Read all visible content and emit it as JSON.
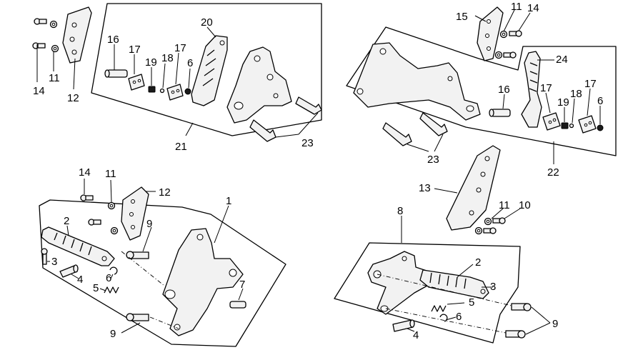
{
  "callouts": {
    "c1": "1",
    "c2a": "2",
    "c2b": "2",
    "c3a": "3",
    "c3b": "3",
    "c4a": "4",
    "c4b": "4",
    "c5a": "5",
    "c5b": "5",
    "c6a": "6",
    "c6b": "6",
    "c6c": "6",
    "c6d": "6",
    "c7": "7",
    "c8": "8",
    "c9a": "9",
    "c9b": "9",
    "c9c": "9",
    "c10": "10",
    "c11a": "11",
    "c11b": "11",
    "c11c": "11",
    "c11d": "11",
    "c12a": "12",
    "c12b": "12",
    "c13": "13",
    "c14a": "14",
    "c14b": "14",
    "c14c": "14",
    "c15": "15",
    "c16a": "16",
    "c16b": "16",
    "c17a": "17",
    "c17b": "17",
    "c17c": "17",
    "c17d": "17",
    "c18a": "18",
    "c18b": "18",
    "c19a": "19",
    "c19b": "19",
    "c20": "20",
    "c21": "21",
    "c22": "22",
    "c23a": "23",
    "c23b": "23",
    "c24": "24"
  }
}
